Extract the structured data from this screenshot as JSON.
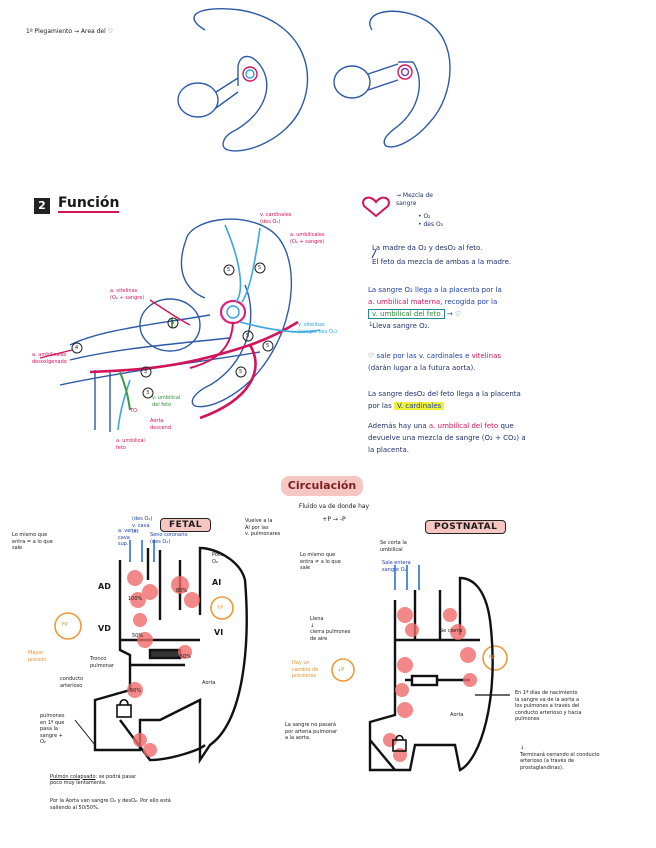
{
  "top": {
    "caption": "1º Plegamiento → Area del ♡"
  },
  "funcion": {
    "number": "2",
    "title": "Función",
    "labels": {
      "v_cardinales": "v. cardinales\n(des O₂)",
      "a_umbilicales_top": "a. umbilicales\n(O₂ + sangre)",
      "a_vitelinas": "a. vitelinas\n(O₂ + sangre)",
      "v_vitelinas": "v. vitelinas\n(sangre des O₂)",
      "a_umbilicales_left": "a. umbilicales\ndesoxigenado",
      "v_umbilical_feto": "v. umbilical\ndel feto",
      "aorta_desc": "Aorta\ndescend.",
      "a_umbilical_feto": "a. umbilical\nfeto",
      "to_label": "TO."
    },
    "circles": [
      "4",
      "5",
      "5",
      "5",
      "5",
      "5",
      "3",
      "5",
      "3"
    ],
    "notes": {
      "mezcla_title": "→ Mezcla de\n   sangre",
      "mezcla_items": "• O₂\n• des O₂",
      "p1": "La madre da O₂ y desO₂ al feto.",
      "p2": "El feto da mezcla de ambas a la madre.",
      "p3a": "La sangre O₂ llega a la placenta por la",
      "p3b_pink": "a. umbilical materna",
      "p3c": ", recogida por la",
      "p3d_box": "v. umbilical del feto",
      "p3e": "Lleva sangre O₂.",
      "p4a": "sale por las",
      "p4b": "v. cardinales",
      "p4c": "e",
      "p4d": "vitelinas",
      "p4e": "(darán lugar a la futura aorta).",
      "p5a": "La sangre desO₂ del feto llega a la placenta",
      "p5b": "por las",
      "p5c": "V. cardinales",
      "p6a": "Además hay una",
      "p6b": "a. umbilical del feto",
      "p6c": "que",
      "p6d": "devuelve una mezcla de sangre (O₂ + CO₂) a",
      "p6e": "la placenta."
    }
  },
  "circulacion": {
    "title": "Circulación",
    "subtitle": "Fluido va de donde hay",
    "subtitle2": "+P → -P",
    "fetal": {
      "tag": "FETAL",
      "labels": {
        "left_top": "Lo mismo que\nentra = a lo que\nsale",
        "vena_cava_sup": "a. vena\ncava\nsup.",
        "vena_cava_inf": "(des O₂)\nv. cava\ninf.",
        "seno_coronario": "Seno coronario\n(des O₂)",
        "vuelve": "Vuelve a la\nAI por las\nv. pulmonares",
        "poco": "Poco\nO₂",
        "ad": "AD",
        "ai": "AI",
        "vd": "VD",
        "vi": "VI",
        "pct1": "100%",
        "pct2": "80%",
        "pct3": "50%",
        "pct4": "50%",
        "pct5": "50%",
        "tronco": "Tronco\npulmonar",
        "aorta": "Aorta",
        "conducto": "conducto\narterioso",
        "mayor_presion": "Mayor\npresión",
        "pulmones": "pulmones\nen 1º que\npasa la\nsangre +\nO₂",
        "fp": "FP",
        "up_p": "↑P",
        "pulmon_colapsado": "Pulmón colapsado",
        "pulmon_text": ": se podrá pasar\npoco muy lentamente.",
        "bottom": "Por la Aorta van sangre O₂ y desO₂. Por ello está\nsaliendo al 50/50%."
      }
    },
    "postnatal": {
      "tag": "POSTNATAL",
      "labels": {
        "lo_mismo": "Lo mismo que\nentra ≠ a lo que\nsale",
        "top": "Se corta la\numbilical",
        "top2": "Sale entera\nsangre O₂",
        "llena": "Llena\n↓\ncierra pulmones\nde aire",
        "hay_cambio": "Hay un\ncambio de\npresiones",
        "down_p": "↓P",
        "fp": "FP",
        "se_cierra": "Se cierra",
        "aorta": "Aorta",
        "la_sangre": "La sangre no pasará\npor arteria pulmonar\na la aorta.",
        "en_first": "En 1ª días de nacimiento\nla sangre va de la aorta a\nlos pulmones a través del\nconducto arterioso y hacia\npulmones",
        "terminara": "↓\nTerminará cerrando el conducto\narterioso (a través de\nprostaglandinas)."
      }
    }
  },
  "colors": {
    "outline_blue": "#2d5aa8",
    "pink": "#d4145a",
    "magenta": "#e0227a",
    "cyan": "#39a9e0",
    "green": "#3a9a48",
    "orange": "#ec9a3a",
    "red_blob": "#f06b6b",
    "highlight_yellow": "#eef23a",
    "title_pill": "#f6c6c3"
  }
}
